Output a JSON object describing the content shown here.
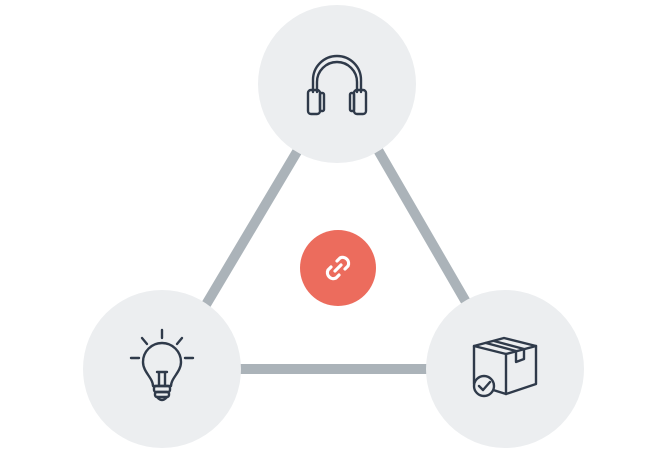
{
  "diagram": {
    "type": "triangle-network",
    "colors": {
      "node_background": "#eceef0",
      "connector": "#abb3b9",
      "icon_stroke": "#2f3a4a",
      "hub_background": "#ec6c5d",
      "hub_icon": "#ffffff",
      "page_background": "#ffffff"
    },
    "nodes": [
      {
        "id": "top",
        "icon": "headphones-icon"
      },
      {
        "id": "bottom-left",
        "icon": "lightbulb-icon"
      },
      {
        "id": "bottom-right",
        "icon": "package-check-icon"
      }
    ],
    "hub": {
      "icon": "link-icon"
    },
    "edges": [
      {
        "from": "top",
        "to": "bottom-left"
      },
      {
        "from": "top",
        "to": "bottom-right"
      },
      {
        "from": "bottom-left",
        "to": "bottom-right"
      }
    ]
  }
}
